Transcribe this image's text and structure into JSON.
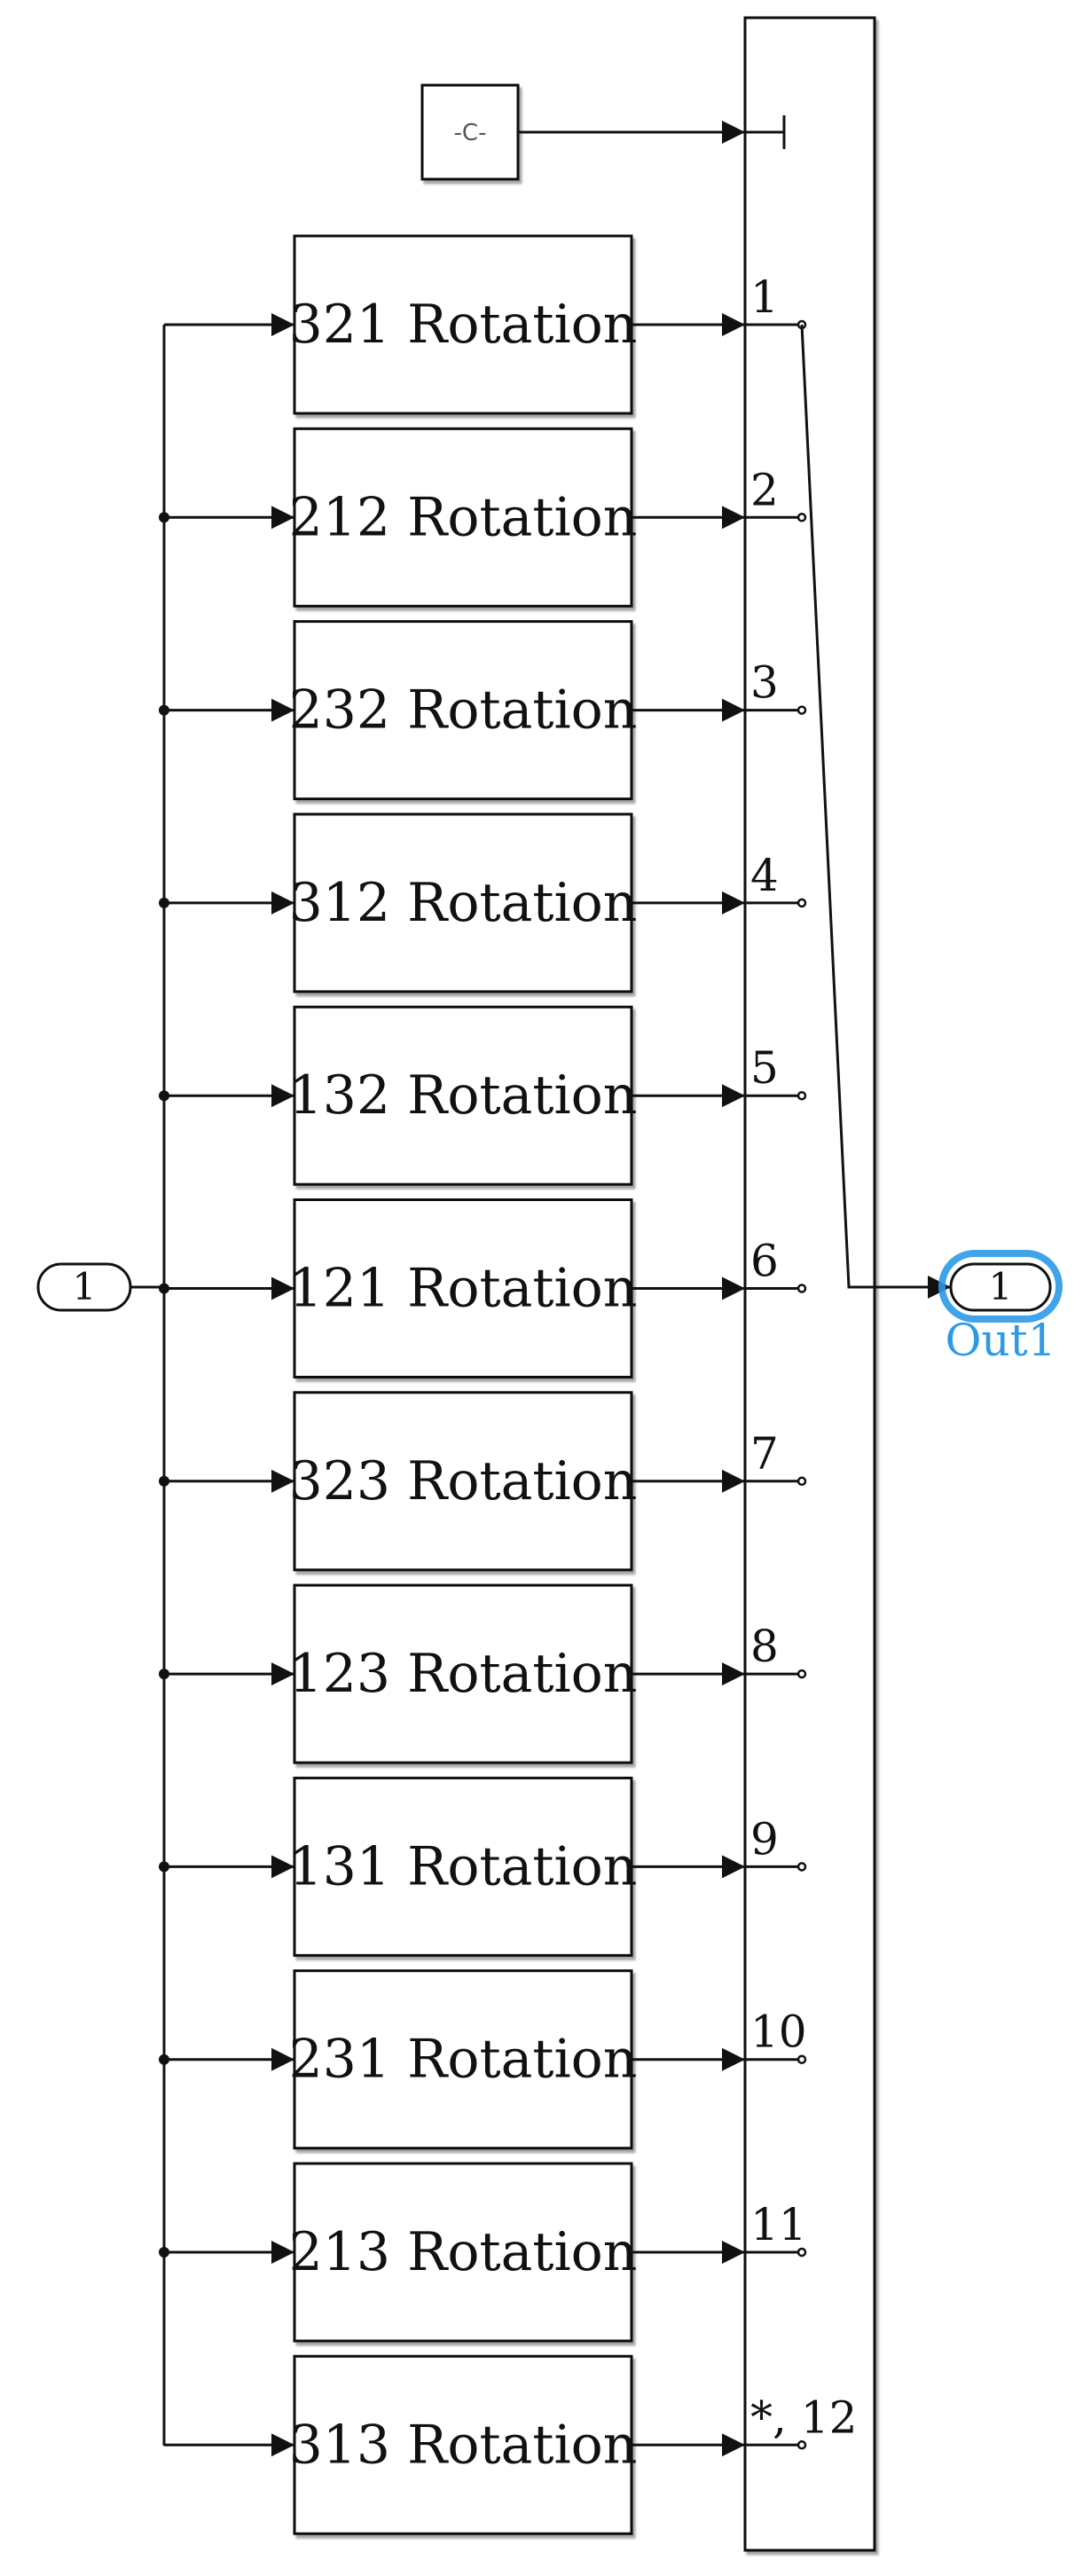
{
  "diagram": {
    "constant_block": {
      "label": "-C-"
    },
    "inport": {
      "number": "1"
    },
    "outport": {
      "number": "1",
      "name": "Out1",
      "highlight_color": "#2c9ae6"
    },
    "rotation_blocks": [
      {
        "label": "321 Rotation",
        "port": "1"
      },
      {
        "label": "212 Rotation",
        "port": "2"
      },
      {
        "label": "232 Rotation",
        "port": "3"
      },
      {
        "label": "312 Rotation",
        "port": "4"
      },
      {
        "label": "132 Rotation",
        "port": "5"
      },
      {
        "label": "121 Rotation",
        "port": "6"
      },
      {
        "label": "323 Rotation",
        "port": "7"
      },
      {
        "label": "123 Rotation",
        "port": "8"
      },
      {
        "label": "131 Rotation",
        "port": "9"
      },
      {
        "label": "231 Rotation",
        "port": "10"
      },
      {
        "label": "213 Rotation",
        "port": "11"
      },
      {
        "label": "313 Rotation",
        "port": "*, 12"
      }
    ]
  }
}
